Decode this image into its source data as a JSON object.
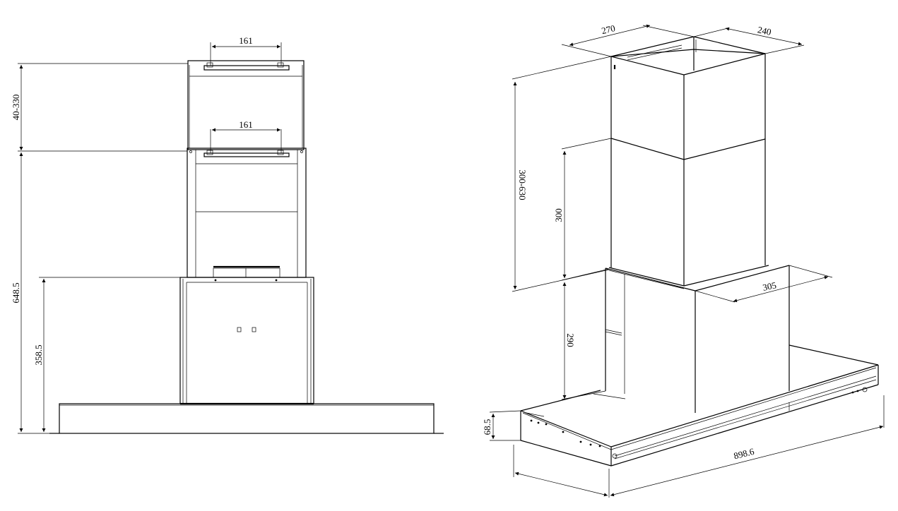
{
  "front_view": {
    "dims": {
      "top_width": "161",
      "mid_width": "161",
      "upper_height": "40-330",
      "total_height": "648.5",
      "lower_height": "358.5"
    }
  },
  "iso_view": {
    "dims": {
      "depth": "270",
      "width_top": "240",
      "chimney_range": "300-630",
      "upper_section": "300",
      "body_depth": "305",
      "lower_section": "290",
      "base_height": "68.5",
      "total_width": "898.6"
    }
  }
}
